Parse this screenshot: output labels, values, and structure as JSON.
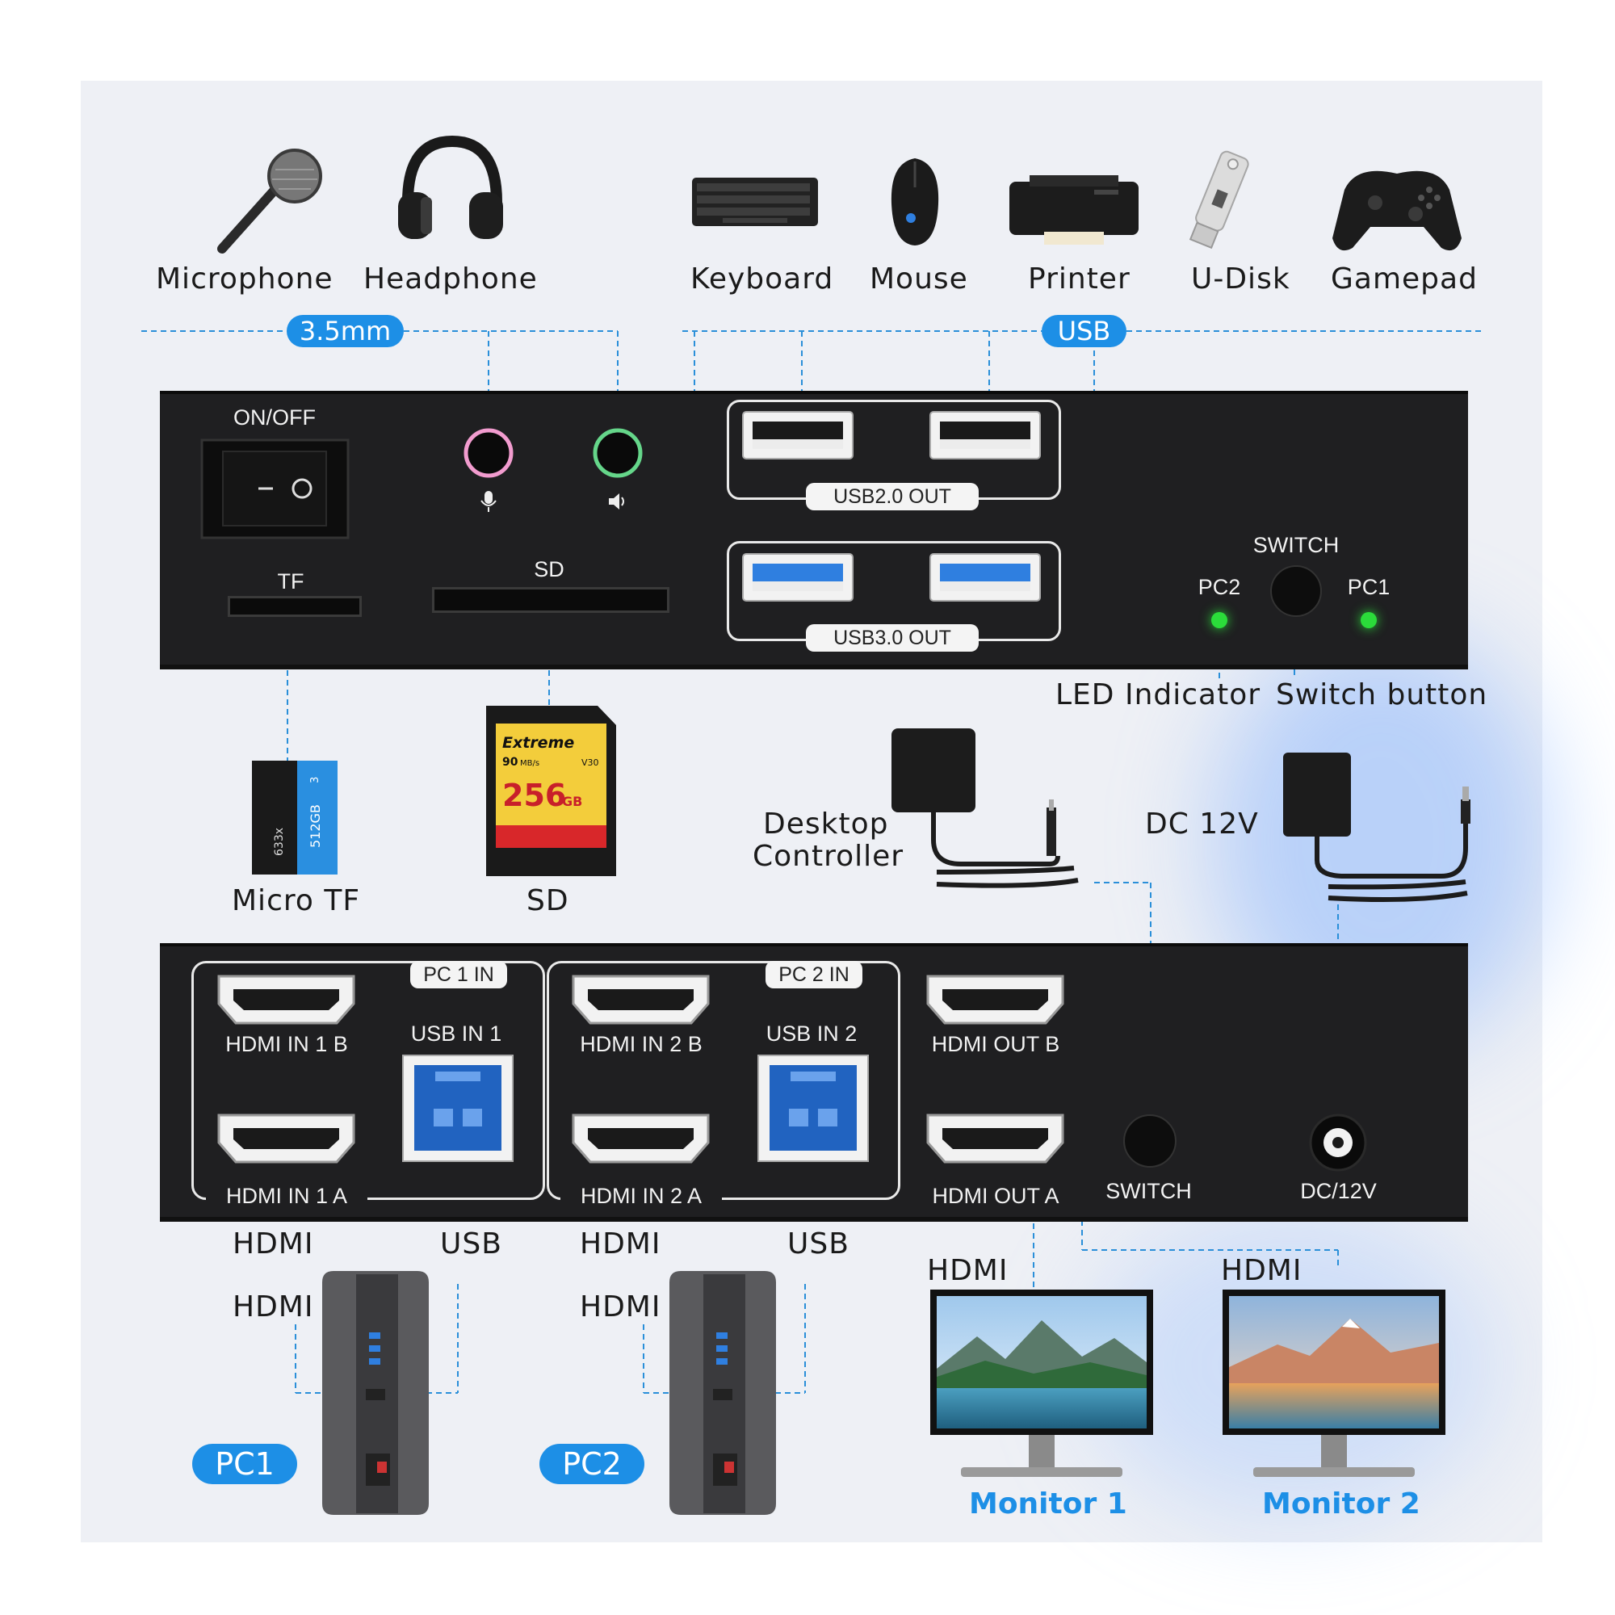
{
  "devices_top": {
    "microphone": "Microphone",
    "headphone": "Headphone",
    "keyboard": "Keyboard",
    "mouse": "Mouse",
    "printer": "Printer",
    "udisk": "U-Disk",
    "gamepad": "Gamepad"
  },
  "badges": {
    "audio": "3.5mm",
    "usb": "USB",
    "pc1": "PC1",
    "pc2": "PC2"
  },
  "front_panel": {
    "onoff": "ON/OFF",
    "tf": "TF",
    "sd": "SD",
    "usb20": "USB2.0 OUT",
    "usb30": "USB3.0 OUT",
    "switch": "SWITCH",
    "pc2": "PC2",
    "pc1": "PC1",
    "led_color": "#2bdc3a"
  },
  "callouts": {
    "led": "LED Indicator",
    "switch_button": "Switch button",
    "desktop_controller_1": "Desktop",
    "desktop_controller_2": "Controller",
    "dc": "DC 12V",
    "micro_tf": "Micro TF",
    "sd": "SD"
  },
  "cards": {
    "tf_capacity": "512GB",
    "tf_speed": "633x",
    "tf_class": "3",
    "sd_brand": "Extreme",
    "sd_speed": "90",
    "sd_speed_unit": "MB/s",
    "sd_capacity": "256",
    "sd_capacity_unit": "GB",
    "sd_v": "V30"
  },
  "rear_panel": {
    "pc1_in": "PC 1 IN",
    "pc2_in": "PC 2 IN",
    "hdmi_in_1b": "HDMI IN 1 B",
    "hdmi_in_1a": "HDMI IN 1 A",
    "usb_in_1": "USB IN 1",
    "hdmi_in_2b": "HDMI IN 2 B",
    "hdmi_in_2a": "HDMI IN 2 A",
    "usb_in_2": "USB IN 2",
    "hdmi_out_b": "HDMI OUT B",
    "hdmi_out_a": "HDMI OUT A",
    "switch": "SWITCH",
    "dc": "DC/12V"
  },
  "bottom": {
    "pc1_hdmi_1": "HDMI",
    "pc1_hdmi_2": "HDMI",
    "pc1_usb": "USB",
    "pc2_hdmi_1": "HDMI",
    "pc2_hdmi_2": "HDMI",
    "pc2_usb": "USB",
    "mon1_hdmi": "HDMI",
    "mon2_hdmi": "HDMI",
    "monitor1": "Monitor 1",
    "monitor2": "Monitor 2"
  },
  "colors": {
    "accent": "#1d8fe6",
    "panel": "#1f1f21",
    "mic_port": "#f29ccf",
    "spk_port": "#65d68a",
    "usb3_blue": "#2f7fe0"
  }
}
